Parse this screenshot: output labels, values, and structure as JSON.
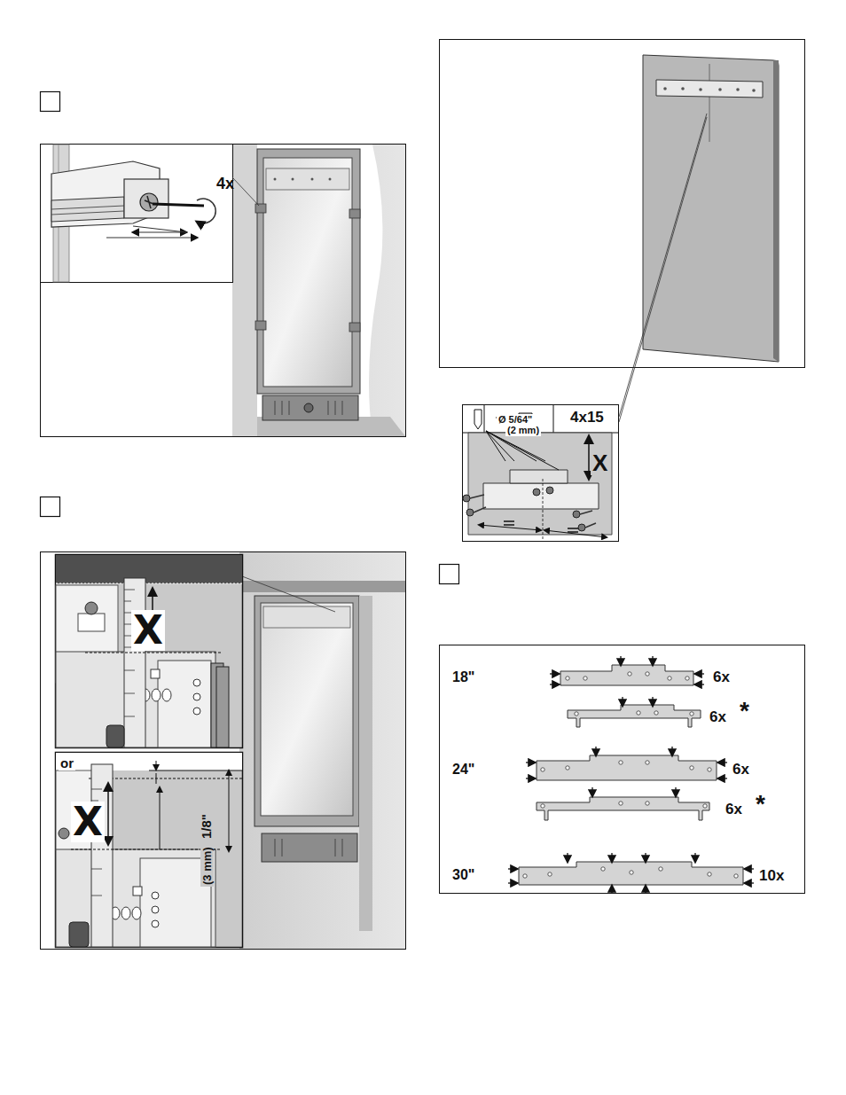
{
  "diagram": {
    "labels": [
      "4x",
      "X",
      "or",
      "1/8\"",
      "(3 mm)",
      "X",
      "Ø 5/64\"",
      "(2 mm)",
      "4x15",
      "X",
      "18\"",
      "6x",
      "6x",
      "*",
      "24\"",
      "6x",
      "6x",
      "*",
      "30\"",
      "10x"
    ]
  }
}
